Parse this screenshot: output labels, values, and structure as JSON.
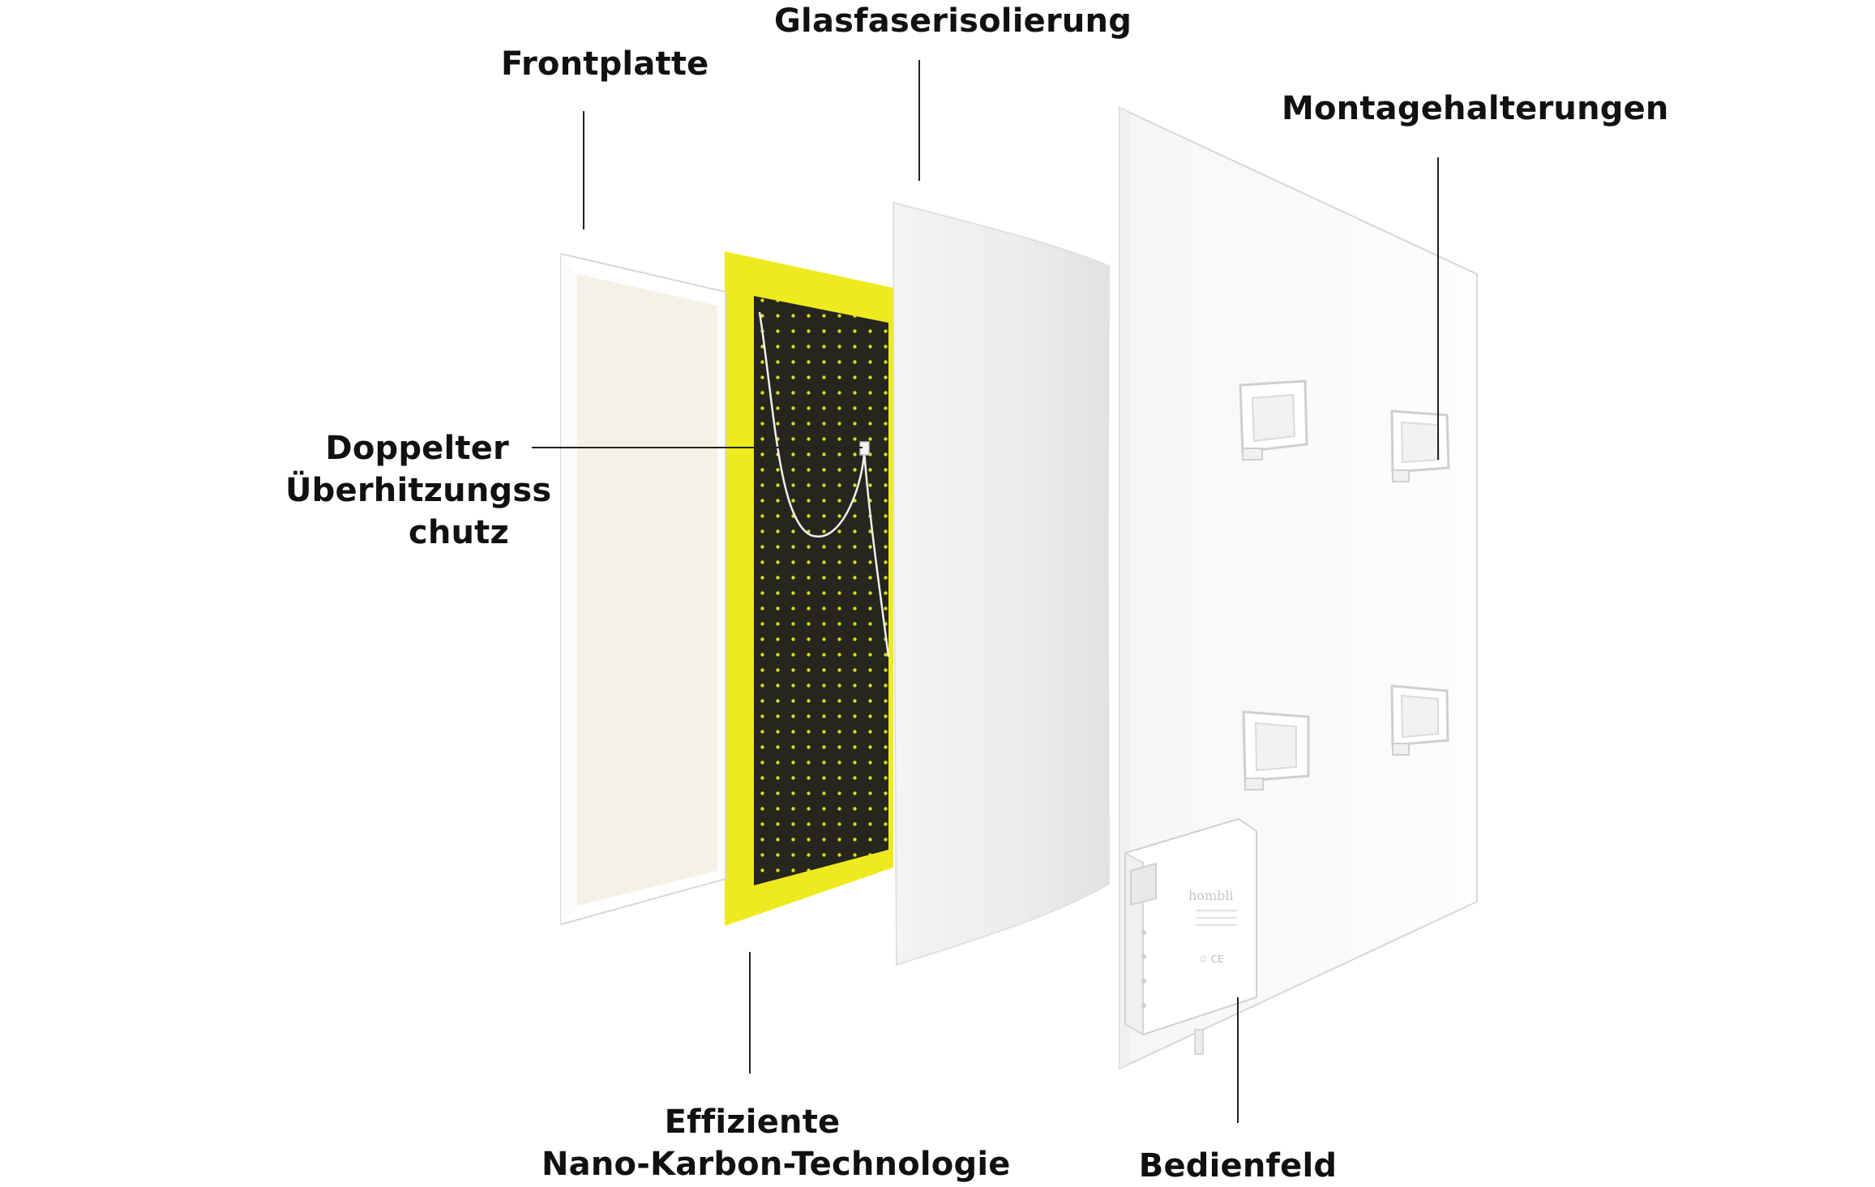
{
  "labels": {
    "frontplatte": "Frontplatte",
    "glasfaser": "Glasfaserisolierung",
    "montage": "Montagehalterungen",
    "doppelter_line1": "Doppelter",
    "doppelter_line2": "Überhitzungss",
    "doppelter_line3": "chutz",
    "effiziente_line1": "Effiziente",
    "effiziente_line2": "Nano-Karbon-Technologie",
    "bedienfeld": "Bedienfeld"
  },
  "control_box": {
    "brand": "hombli",
    "marks": "♲ CE"
  },
  "colors": {
    "frame_white": "#ffffff",
    "panel_cream": "#f6f1e6",
    "carbon_yellow": "#eeea1f",
    "carbon_black": "#26261f",
    "dot_yellow": "#d9dc18",
    "insulation": "#f0f0f0",
    "back_panel": "#fbfbfb",
    "outline": "#d6d6d6",
    "leader_line": "#222222",
    "label_text": "#111111"
  }
}
